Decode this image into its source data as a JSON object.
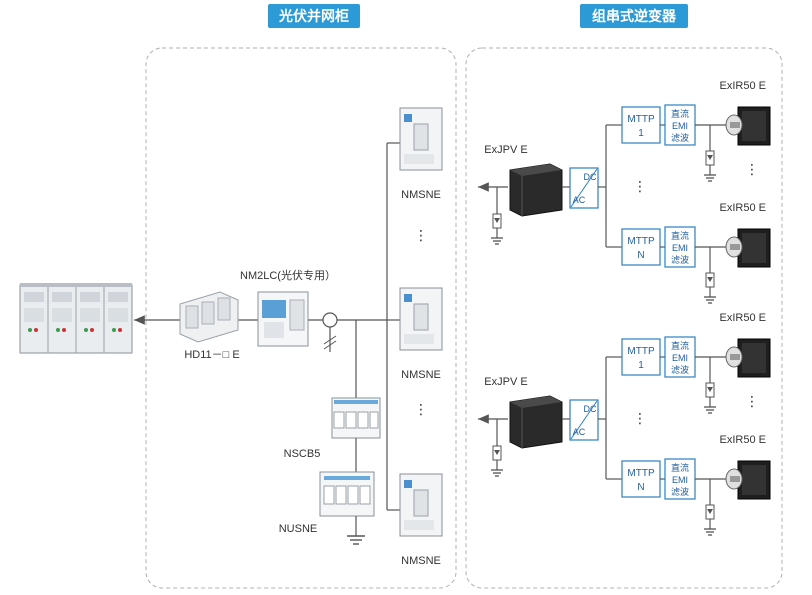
{
  "headers": {
    "left": "光伏并网柜",
    "right": "组串式逆变器"
  },
  "left_panel": {
    "nmsne_labels": [
      "NMSNE",
      "NMSNE",
      "NMSNE"
    ],
    "nscb5": "NSCB5",
    "nusne": "NUSNE",
    "hd11": "HD11－□ E",
    "nm2lc": "NM2LC(光伏专用）",
    "ellipsis": "⋮"
  },
  "right_panel": {
    "inverters": [
      {
        "label": "ExJPV E",
        "dc": "DC",
        "ac": "AC",
        "mppt_top": [
          "MTTP",
          "1"
        ],
        "mppt_bottom": [
          "MTTP",
          "N"
        ],
        "filter": [
          "直流",
          "EMI",
          "滤波"
        ],
        "strings": [
          "ExIR50 E",
          "ExIR50 E"
        ]
      },
      {
        "label": "ExJPV E",
        "dc": "DC",
        "ac": "AC",
        "mppt_top": [
          "MTTP",
          "1"
        ],
        "mppt_bottom": [
          "MTTP",
          "N"
        ],
        "filter": [
          "直流",
          "EMI",
          "滤波"
        ],
        "strings": [
          "ExIR50 E",
          "ExIR50 E"
        ]
      }
    ],
    "ellipsis": "⋮"
  },
  "colors": {
    "header_bg": "#2b9ad6",
    "box_border": "#2b7fc2",
    "box_text": "#1f5f9e",
    "dashed_border": "#b0b0b0",
    "line": "#555555"
  }
}
